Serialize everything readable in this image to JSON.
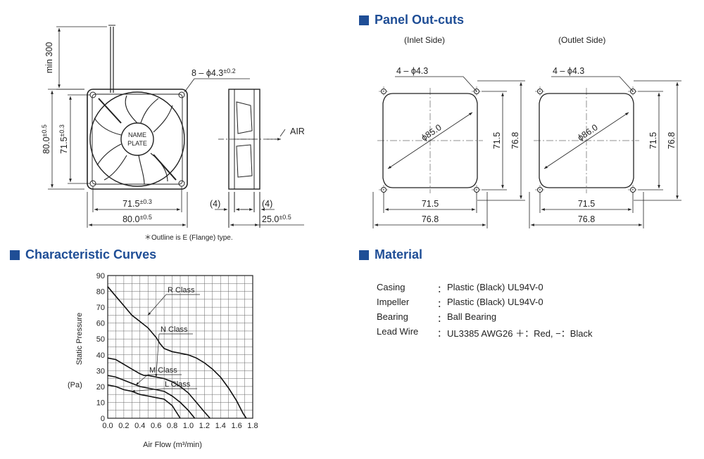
{
  "sections": {
    "panel_outcuts": {
      "title": "Panel Out-cuts",
      "inlet_caption": "(Inlet Side)",
      "outlet_caption": "(Outlet Side)"
    },
    "characteristic_curves": {
      "title": "Characteristic Curves"
    },
    "material": {
      "title": "Material"
    }
  },
  "outline": {
    "lead_length": "min 300",
    "holes": "8 – ϕ4.3",
    "holes_tol": "±0.2",
    "name_plate": [
      "NAME",
      "PLATE"
    ],
    "height": "80.0",
    "height_tol": "±0.5",
    "hole_pitch_v": "71.5",
    "hole_pitch_v_tol": "±0.3",
    "hole_pitch_h": "71.5",
    "hole_pitch_h_tol": "±0.3",
    "width": "80.0",
    "width_tol": "±0.5",
    "flange_left": "(4)",
    "flange_right": "(4)",
    "depth": "25.0",
    "depth_tol": "±0.5",
    "air_label": "AIR",
    "note": "＊Outline is E (Flange) type."
  },
  "cutouts": {
    "inlet": {
      "holes": "4 – ϕ4.3",
      "dia": "ϕ85.0",
      "pitch_v": "71.5",
      "outer_v": "76.8",
      "pitch_h": "71.5",
      "outer_h": "76.8"
    },
    "outlet": {
      "holes": "4 – ϕ4.3",
      "dia": "ϕ86.0",
      "pitch_v": "71.5",
      "outer_v": "76.8",
      "pitch_h": "71.5",
      "outer_h": "76.8"
    }
  },
  "material": [
    {
      "key": "Casing",
      "colon": "：",
      "value": "Plastic (Black) UL94V-0"
    },
    {
      "key": "Impeller",
      "colon": "：",
      "value": "Plastic (Black) UL94V-0"
    },
    {
      "key": "Bearing",
      "colon": "：",
      "value": "Ball Bearing"
    },
    {
      "key": "Lead Wire",
      "colon": "：",
      "value": "UL3385 AWG26 ＋：Red, −：Black"
    }
  ],
  "chart_data": {
    "type": "line",
    "title": "",
    "xlabel": "Air Flow (m³/min)",
    "ylabel": "Static Pressure (Pa)",
    "xlim": [
      0,
      1.8
    ],
    "ylim": [
      0,
      90
    ],
    "xticks": [
      "0.0",
      "0.2",
      "0.4",
      "0.6",
      "0.8",
      "1.0",
      "1.2",
      "1.4",
      "1.6",
      "1.8"
    ],
    "yticks": [
      "0",
      "10",
      "20",
      "30",
      "40",
      "50",
      "60",
      "70",
      "80",
      "90"
    ],
    "grid": true,
    "series": [
      {
        "name": "R Class",
        "x": [
          0,
          0.1,
          0.2,
          0.3,
          0.4,
          0.5,
          0.6,
          0.65,
          0.7,
          0.8,
          0.9,
          1.0,
          1.1,
          1.2,
          1.3,
          1.4,
          1.5,
          1.6,
          1.68,
          1.72
        ],
        "y": [
          83,
          77,
          71,
          65,
          61,
          57,
          51,
          47,
          44,
          42,
          41,
          40,
          38,
          35,
          31,
          26,
          19,
          11,
          3,
          0
        ]
      },
      {
        "name": "N Class",
        "x": [
          0,
          0.1,
          0.2,
          0.3,
          0.4,
          0.45,
          0.5,
          0.6,
          0.7,
          0.8,
          0.9,
          1.0,
          1.1,
          1.2,
          1.27
        ],
        "y": [
          38,
          37,
          34,
          31,
          28,
          27,
          27,
          26,
          25,
          23,
          20,
          16,
          10,
          4,
          0
        ]
      },
      {
        "name": "M Class",
        "x": [
          0,
          0.1,
          0.2,
          0.3,
          0.4,
          0.5,
          0.6,
          0.7,
          0.8,
          0.9,
          1.0,
          1.08
        ],
        "y": [
          27,
          26,
          24,
          22,
          20,
          19,
          18,
          17,
          14,
          10,
          5,
          0
        ]
      },
      {
        "name": "L Class",
        "x": [
          0,
          0.1,
          0.2,
          0.3,
          0.4,
          0.5,
          0.6,
          0.7,
          0.8,
          0.85,
          0.9
        ],
        "y": [
          21,
          20,
          18,
          17,
          15,
          14,
          13,
          12,
          8,
          4,
          0
        ]
      }
    ]
  }
}
